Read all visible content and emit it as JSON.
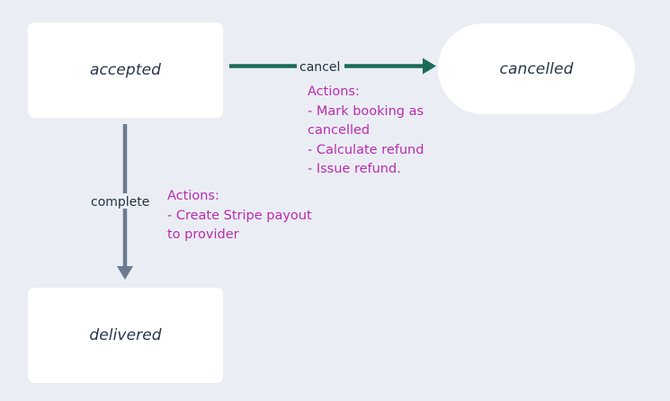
{
  "diagram": {
    "type": "state-machine",
    "background_color": "#eaeef4",
    "nodes": [
      {
        "id": "accepted",
        "label": "accepted",
        "shape": "rounded-rect",
        "fill": "#ffffff",
        "text_color": "#26344a"
      },
      {
        "id": "cancelled",
        "label": "cancelled",
        "shape": "stadium",
        "fill": "#ffffff",
        "text_color": "#26344a"
      },
      {
        "id": "delivered",
        "label": "delivered",
        "shape": "rounded-rect",
        "fill": "#ffffff",
        "text_color": "#26344a"
      }
    ],
    "edges": [
      {
        "id": "cancel",
        "from": "accepted",
        "to": "cancelled",
        "label": "cancel",
        "color": "#1b6b58",
        "direction": "right",
        "actions_title": "Actions:",
        "actions": "Actions:\n- Mark booking as\ncancelled\n- Calculate refund\n- Issue refund.",
        "actions_color": "#b92bb0"
      },
      {
        "id": "complete",
        "from": "accepted",
        "to": "delivered",
        "label": "complete",
        "color": "#6b7a8f",
        "direction": "down",
        "actions_title": "Actions:",
        "actions": "Actions:\n- Create Stripe payout\nto provider",
        "actions_color": "#b92bb0"
      }
    ]
  }
}
